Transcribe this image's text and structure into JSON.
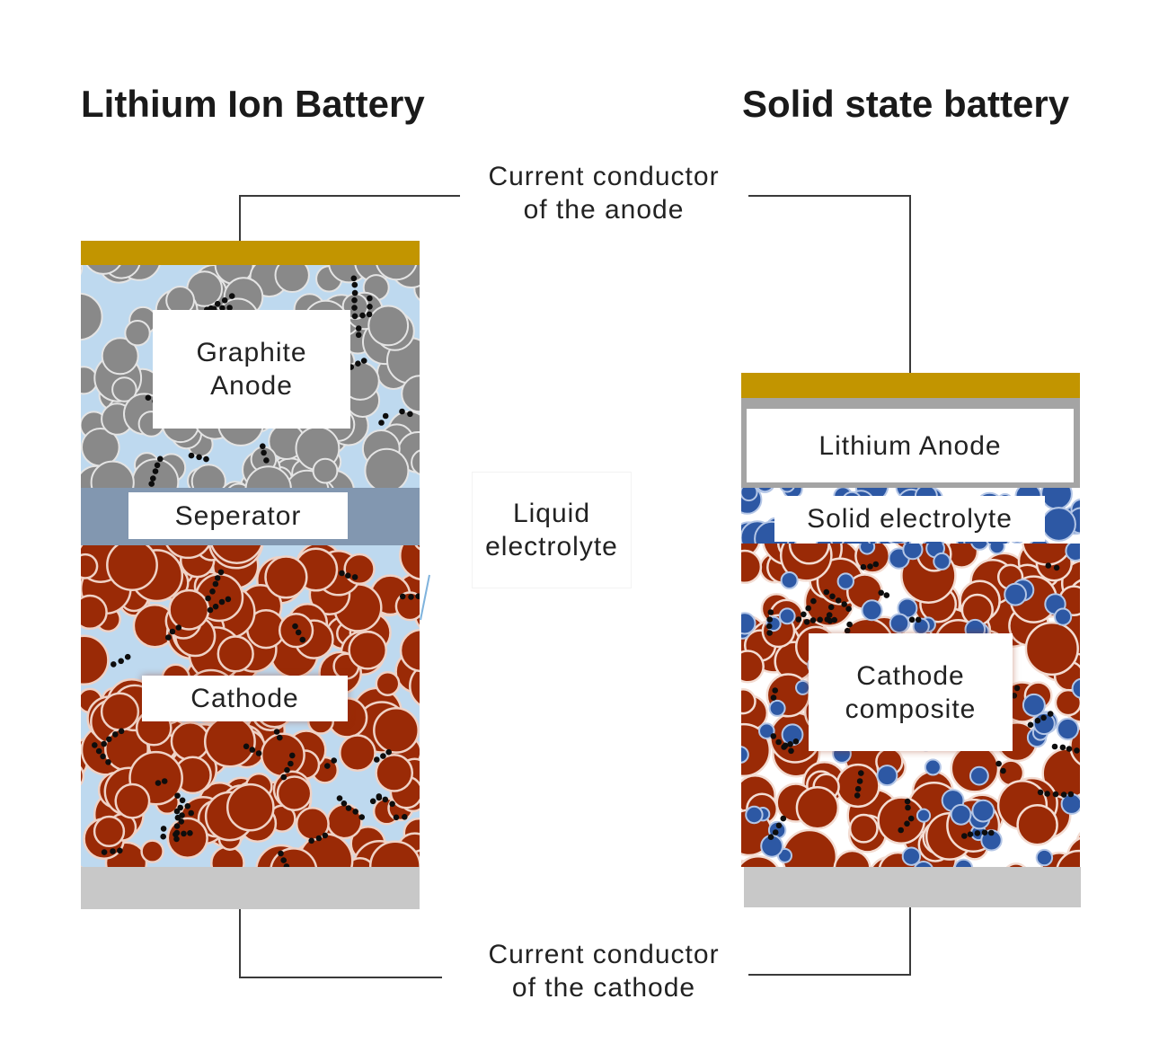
{
  "titles": {
    "lithium_ion": "Lithium Ion Battery",
    "solid_state": "Solid state battery"
  },
  "callouts": {
    "anode_conductor": [
      "Current conductor",
      "of the anode"
    ],
    "liquid_electrolyte": [
      "Liquid",
      "electrolyte"
    ],
    "cathode_conductor": [
      "Current conductor",
      "of the cathode"
    ]
  },
  "lithium_ion_cell": {
    "anode": [
      "Graphite",
      "Anode"
    ],
    "separator": "Seperator",
    "cathode": "Cathode"
  },
  "solid_state_cell": {
    "anode": "Lithium Anode",
    "electrolyte": "Solid electrolyte",
    "cathode": [
      "Cathode",
      "composite"
    ]
  },
  "colors": {
    "current_collector_anode": "#c29500",
    "current_collector_cathode": "#c8c8c8",
    "liquid_electrolyte": "#bed9ef",
    "separator": "#8297b0",
    "graphite": "#898989",
    "cathode_active_material": "#9a2a06",
    "solid_electrolyte": "#2d58a4",
    "lithium_anode_frame": "#a4a4a4",
    "conductive_additive": "#0d0d0d",
    "background": "#ffffff"
  }
}
